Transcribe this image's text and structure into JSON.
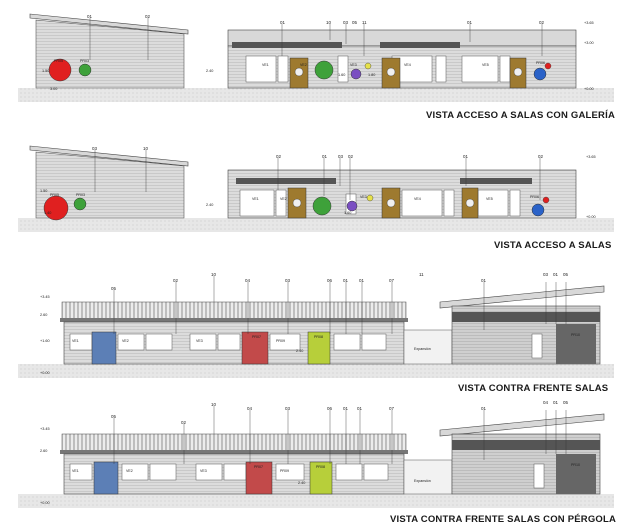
{
  "elevations": [
    {
      "caption": "VISTA  ACCESO A SALAS CON GALERÍA",
      "callouts": [
        "01",
        "02",
        "01",
        "10",
        "03",
        "05",
        "11",
        "02",
        "01"
      ],
      "labels": [
        "VE1",
        "VE2",
        "VE3",
        "VE4",
        "VE5",
        "PR05",
        "PR03",
        "PR06"
      ],
      "dims": [
        "1.50",
        "3.00",
        "2.40",
        "1.60",
        "1.80",
        "+3.65",
        "+3.00",
        "+0.00"
      ]
    },
    {
      "caption": "VISTA  ACCESO A SALAS",
      "callouts": [
        "03",
        "10",
        "02",
        "01",
        "03",
        "02",
        "01",
        "02"
      ],
      "labels": [
        "VE1",
        "VE2",
        "VE3",
        "VE4",
        "VE5",
        "PR05",
        "PR03",
        "PR06"
      ],
      "dims": [
        "1.50",
        "1.40",
        "2.40",
        "1.60",
        "+3.65",
        "+0.00"
      ]
    },
    {
      "caption": "VISTA CONTRA FRENTE SALAS",
      "callouts": [
        "05",
        "02",
        "10",
        "04",
        "03",
        "06",
        "01",
        "01",
        "07",
        "11",
        "01",
        "03",
        "01",
        "05"
      ],
      "labels": [
        "VE1",
        "VE2",
        "VE3",
        "PR07",
        "PR08",
        "PR09",
        "Expansión",
        "PR10"
      ],
      "dims": [
        "+3.45",
        "2.60",
        "2.40",
        "+1.60",
        "+0.00"
      ]
    },
    {
      "caption": "VISTA CONTRA FRENTE SALAS CON PÉRGOLA",
      "callouts": [
        "05",
        "02",
        "10",
        "04",
        "03",
        "06",
        "01",
        "01",
        "07",
        "01",
        "04",
        "01",
        "05"
      ],
      "labels": [
        "VE1",
        "VE2",
        "VE3",
        "PR07",
        "PR08",
        "PR09",
        "Expansión",
        "PR10"
      ],
      "dims": [
        "+3.45",
        "2.60",
        "2.40",
        "+0.00"
      ]
    }
  ],
  "colors": {
    "door_brown": "#9e7a2f",
    "circle_red": "#e02020",
    "circle_green": "#3ea13a",
    "circle_purple": "#7a4fc2",
    "circle_yellow": "#e6e14a",
    "circle_blue": "#2a62c8",
    "door_blue": "#5c7fb6",
    "door_red": "#c24a4a",
    "door_lime": "#b7cf3a",
    "roof_dark": "#555555"
  }
}
